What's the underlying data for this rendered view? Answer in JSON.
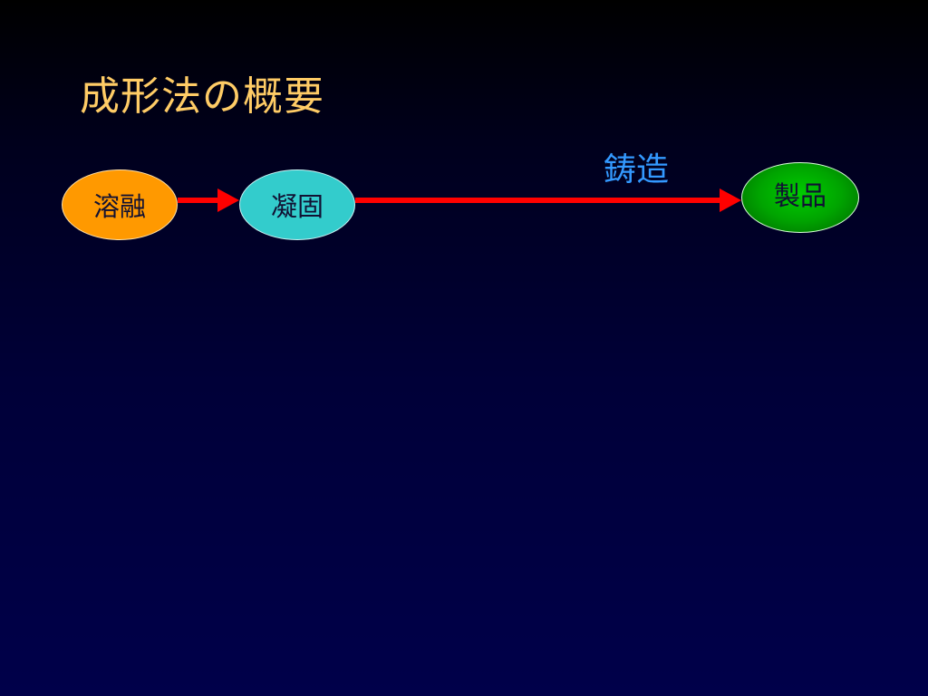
{
  "slide": {
    "title": "成形法の概要",
    "process_label": "鋳造",
    "nodes": {
      "melt": "溶融",
      "solidify": "凝固",
      "product": "製品"
    }
  },
  "colors": {
    "title": "#ffcc66",
    "process_label": "#3399ff",
    "arrow": "#ff0000",
    "melt_node": "#ff9900",
    "solidify_node": "#33cccc",
    "product_node": "#00a400"
  }
}
